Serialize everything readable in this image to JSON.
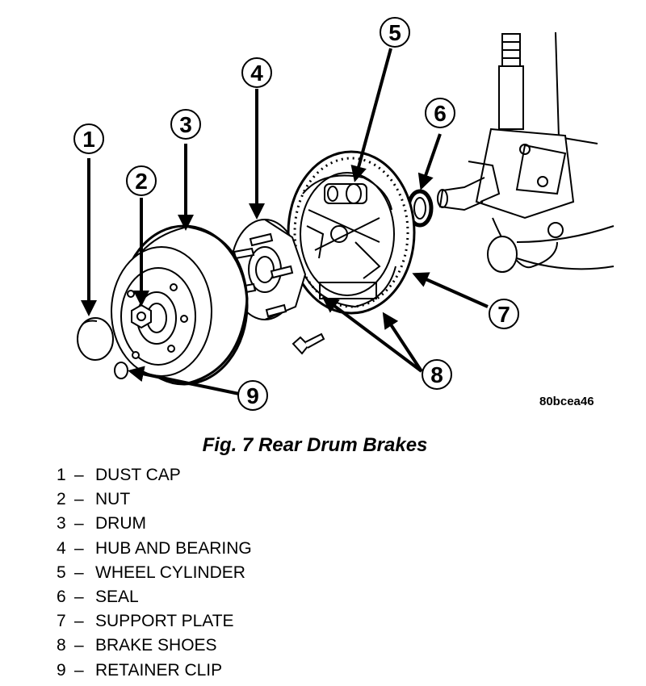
{
  "figure": {
    "code": "80bcea46",
    "caption": "Fig. 7 Rear Drum Brakes"
  },
  "callouts": [
    "1",
    "2",
    "3",
    "4",
    "5",
    "6",
    "7",
    "8",
    "9"
  ],
  "legend": [
    {
      "num": "1",
      "dash": "–",
      "label": "DUST CAP"
    },
    {
      "num": "2",
      "dash": "–",
      "label": "NUT"
    },
    {
      "num": "3",
      "dash": "–",
      "label": "DRUM"
    },
    {
      "num": "4",
      "dash": "–",
      "label": "HUB AND BEARING"
    },
    {
      "num": "5",
      "dash": "–",
      "label": "WHEEL CYLINDER"
    },
    {
      "num": "6",
      "dash": "–",
      "label": "SEAL"
    },
    {
      "num": "7",
      "dash": "–",
      "label": "SUPPORT PLATE"
    },
    {
      "num": "8",
      "dash": "–",
      "label": "BRAKE SHOES"
    },
    {
      "num": "9",
      "dash": "–",
      "label": "RETAINER CLIP"
    }
  ]
}
